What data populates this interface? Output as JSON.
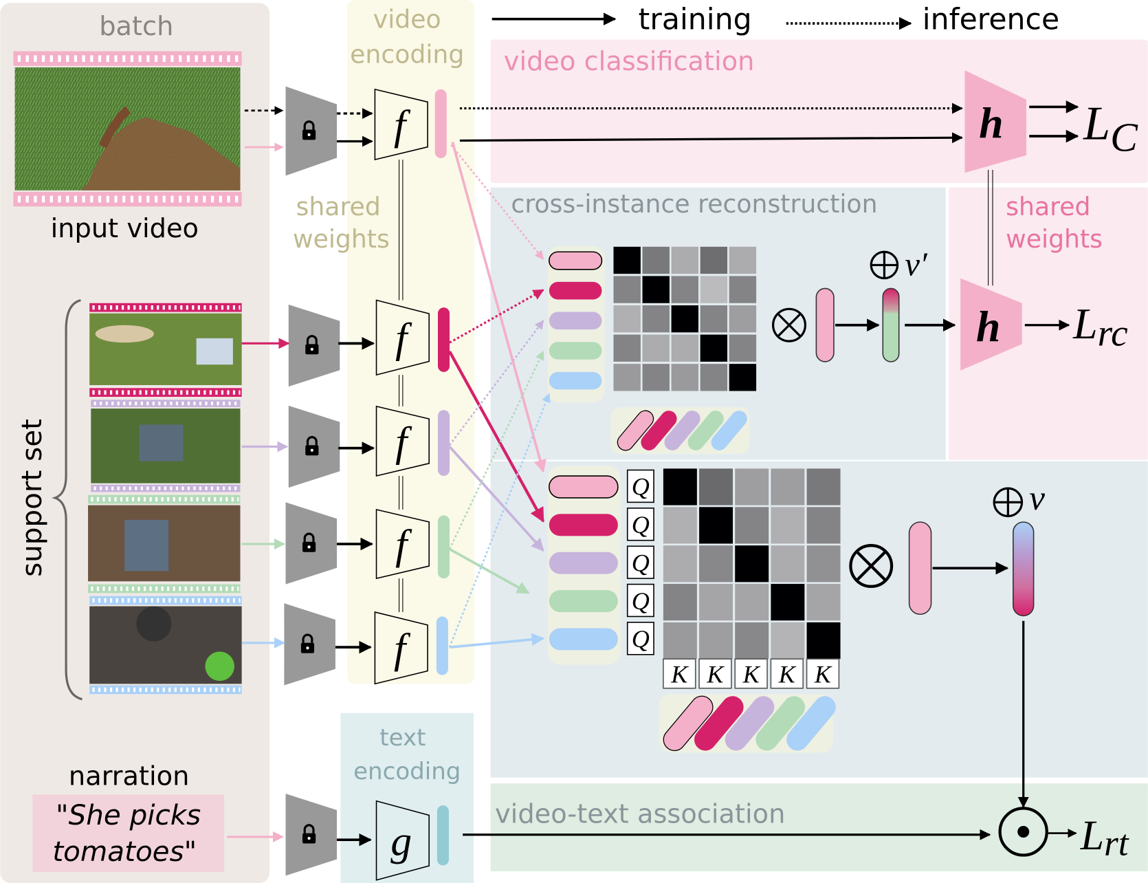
{
  "legend": {
    "training": "training",
    "inference": "inference"
  },
  "panels": {
    "batch": "batch",
    "video_encoding_l1": "video",
    "video_encoding_l2": "encoding",
    "text_encoding_l1": "text",
    "text_encoding_l2": "encoding",
    "video_classification": "video classification",
    "cross_instance": "cross-instance reconstruction",
    "video_text": "video-text association"
  },
  "labels": {
    "input_video": "input video",
    "support_set": "support set",
    "narration": "narration",
    "narration_text_l1": "\"She picks",
    "narration_text_l2": "tomatoes\"",
    "shared_weights_l1": "shared",
    "shared_weights_l2": "weights",
    "shared_weights_h_l1": "shared",
    "shared_weights_h_l2": "weights"
  },
  "math": {
    "f": "f",
    "g": "g",
    "h": "h",
    "Lc_main": "L",
    "Lc_sub": "C",
    "Lrc_main": "L",
    "Lrc_sub": "rc",
    "Lrt_main": "L",
    "Lrt_sub": "rt",
    "v_prime": "v′",
    "v": "v",
    "Q": "Q",
    "K": "K"
  },
  "colors": {
    "pink": "#f4b0c9",
    "magenta": "#d5216a",
    "lavender": "#c7b4dc",
    "green": "#b3dbb8",
    "blue": "#aad1f7",
    "teal": "#92cbd3",
    "batch_bg": "#efe9e5",
    "video_enc_bg": "#fbf9e8",
    "text_enc_bg": "#e0eef0",
    "cls_bg": "#fbeaf0",
    "cross_bg": "#e3ebef",
    "vt_bg": "#dfede2"
  },
  "attention_top": [
    [
      0,
      0.55,
      0.78,
      0.5,
      0.78
    ],
    [
      0.6,
      0,
      0.6,
      0.85,
      0.6
    ],
    [
      0.8,
      0.6,
      0,
      0.6,
      0.72
    ],
    [
      0.6,
      0.78,
      0.78,
      0,
      0.6
    ],
    [
      0.7,
      0.6,
      0.7,
      0.6,
      0
    ]
  ],
  "attention_bottom": [
    [
      0,
      0.48,
      0.72,
      0.72,
      0.55
    ],
    [
      0.8,
      0,
      0.6,
      0.8,
      0.6
    ],
    [
      0.78,
      0.62,
      0,
      0.78,
      0.66
    ],
    [
      0.6,
      0.75,
      0.75,
      0,
      0.75
    ],
    [
      0.7,
      0.72,
      0.62,
      0.82,
      0
    ]
  ]
}
